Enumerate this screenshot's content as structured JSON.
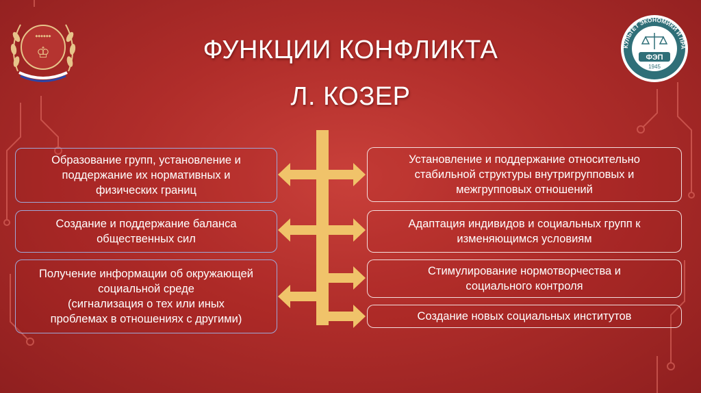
{
  "title": "ФУНКЦИИ КОНФЛИКТА",
  "subtitle": "Л. КОЗЕР",
  "left_items": [
    [
      "Образование групп, установление и",
      "поддержание их нормативных и",
      "физических границ"
    ],
    [
      "Создание и поддержание баланса",
      "общественных сил"
    ],
    [
      "Получение информации об окружающей",
      "социальной среде",
      "(сигнализация о тех или иных",
      "проблемах в отношениях с другими)"
    ]
  ],
  "right_items": [
    [
      "Установление и поддержание относительно",
      "стабильной структуры внутригрупповых и",
      "межгрупповых отношений"
    ],
    [
      "Адаптация индивидов и социальных групп к",
      "изменяющимся условиям"
    ],
    [
      "Стимулирование нормотворчества и",
      "социального контроля"
    ],
    [
      "Создание новых социальных институтов"
    ]
  ],
  "logo_right": {
    "ring_text": "ФАКУЛЬТЕТ ЭКОНОМИКИ И ПРАВА",
    "abbr": "ФЭП",
    "year": "1945"
  },
  "colors": {
    "arrow": "#f0c36a",
    "box_border_right": "#ffffff",
    "box_border_left": "#9fa8d8"
  }
}
